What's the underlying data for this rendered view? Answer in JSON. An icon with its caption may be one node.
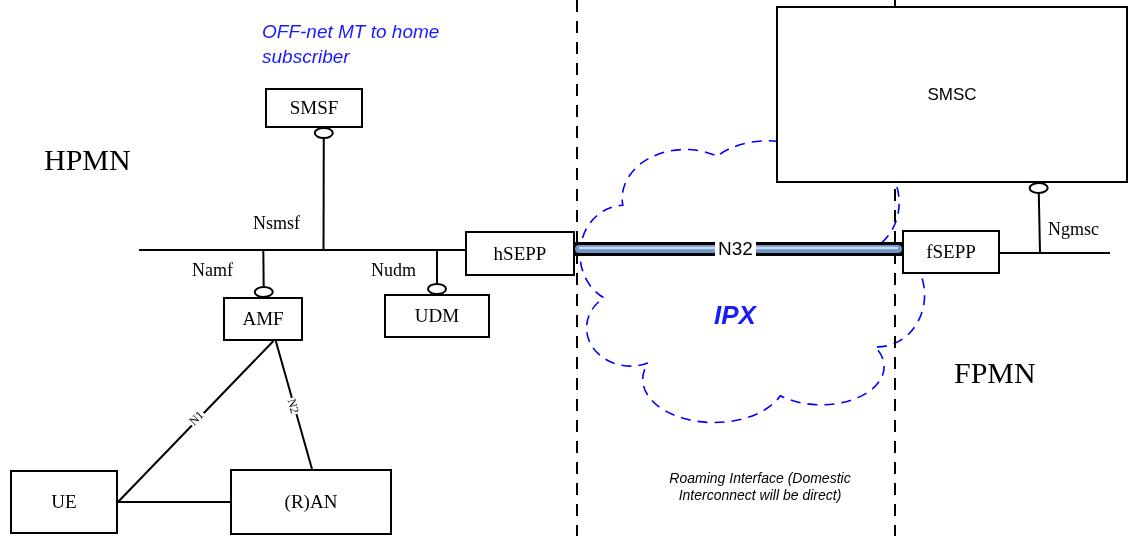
{
  "diagram": {
    "nodes": [
      {
        "text": [
          "SMSC"
        ]
      },
      {
        "text": [
          "SMSF"
        ]
      },
      {
        "text": [],
        "shape": "bar"
      },
      {
        "text": [
          "hSEPP"
        ]
      },
      {
        "text": [
          "fSEPP"
        ]
      },
      {
        "text": [],
        "shape": "bar"
      },
      {
        "text": [
          "AMF"
        ]
      },
      {
        "text": [
          "UDM"
        ]
      },
      {
        "text": [
          "UE"
        ]
      },
      {
        "text": [
          "(R)AN"
        ]
      }
    ],
    "edges": [
      {
        "from": 1,
        "to": 2,
        "arrow": "other",
        "label": "Nsmsf"
      },
      {
        "from": 6,
        "to": 2,
        "arrow": "other",
        "label": "Namf"
      },
      {
        "from": 7,
        "to": 2,
        "arrow": "other",
        "label": "Nudm"
      },
      {
        "from": 2,
        "to": 3,
        "arrow": "none"
      },
      {
        "from": 3,
        "to": 4,
        "arrow": "none",
        "label": "N32",
        "style": "thick"
      },
      {
        "from": 4,
        "to": 5,
        "arrow": "none"
      },
      {
        "from": 0,
        "to": 5,
        "arrow": "other",
        "label": "Ngmsc"
      },
      {
        "from": 6,
        "to": 8,
        "arrow": "none",
        "label": "N1"
      },
      {
        "from": 6,
        "to": 9,
        "arrow": "none",
        "label": "N2"
      },
      {
        "from": 8,
        "to": 9,
        "arrow": "none"
      }
    ],
    "labels": [
      "OFF-net MT to home subscriber",
      "HPMN",
      "IPX",
      "FPMN",
      "Roaming Interface (Domestic Interconnect will be direct)"
    ]
  }
}
